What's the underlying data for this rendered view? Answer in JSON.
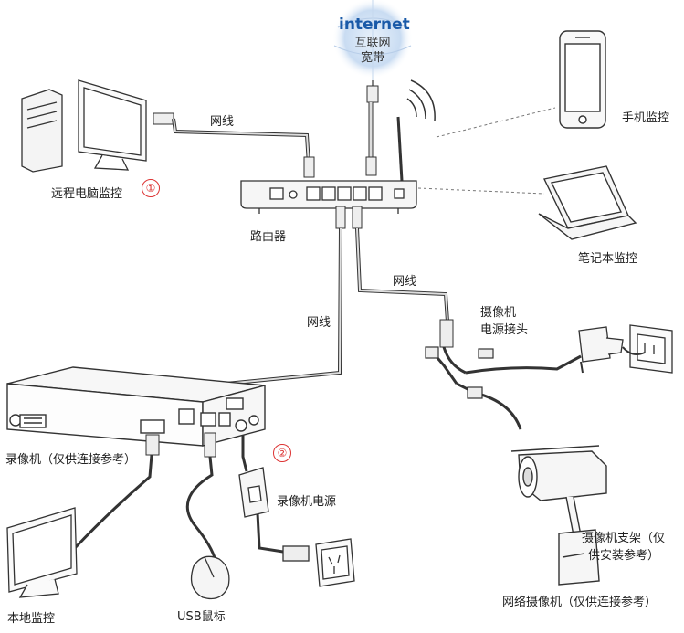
{
  "internet": {
    "title": "internet",
    "line1": "互联网",
    "line2": "宽带"
  },
  "labels": {
    "remote_pc": "远程电脑监控",
    "router": "路由器",
    "cable_top": "网线",
    "cable_mid": "网线",
    "cable_right": "网线",
    "phone": "手机监控",
    "laptop": "笔记本监控",
    "cam_power_1": "摄像机",
    "cam_power_2": "电源接头",
    "nvr": "录像机（仅供连接参考）",
    "nvr_power": "录像机电源",
    "cam_bracket_1": "摄像机支架（仅",
    "cam_bracket_2": "供安装参考）",
    "ipcam": "网络摄像机（仅供连接参考）",
    "local_monitor": "本地监控",
    "usb_mouse": "USB鼠标"
  },
  "badges": {
    "one": "①",
    "two": "②"
  },
  "colors": {
    "line": "#333333",
    "cable_fill": "#cccccc",
    "badge": "#dd3333",
    "internet": "#1a5aa8"
  }
}
